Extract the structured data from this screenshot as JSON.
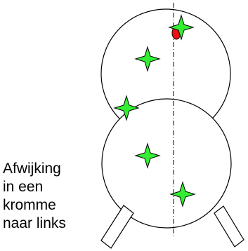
{
  "caption": {
    "lines": [
      "Afwijking",
      "in een",
      "kromme",
      "naar links"
    ]
  },
  "colors": {
    "outline": "#000000",
    "star_fill": "#33ee33",
    "star_stroke": "#000000",
    "dot_fill": "#ee1111",
    "background": "#ffffff"
  },
  "markers": {
    "star_count": 5,
    "dot_count": 1
  }
}
